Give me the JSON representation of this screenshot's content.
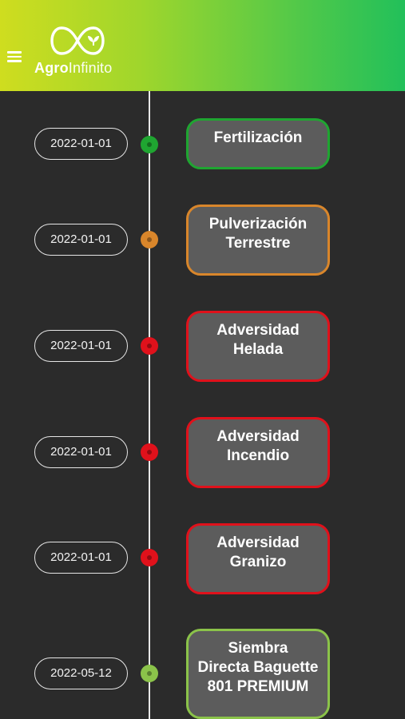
{
  "header": {
    "brand_bold": "Agro",
    "brand_light": "Infinito",
    "colors": {
      "gradient_start": "#cfdd1f",
      "gradient_end": "#22c05a"
    }
  },
  "timeline": {
    "events": [
      {
        "date": "2022-01-01",
        "title_lines": [
          "Fertilización"
        ],
        "color": "#1fa531"
      },
      {
        "date": "2022-01-01",
        "title_lines": [
          "Pulverización",
          "Terrestre"
        ],
        "color": "#d9862b"
      },
      {
        "date": "2022-01-01",
        "title_lines": [
          "Adversidad",
          "Helada"
        ],
        "color": "#e0111b"
      },
      {
        "date": "2022-01-01",
        "title_lines": [
          "Adversidad",
          "Incendio"
        ],
        "color": "#e0111b"
      },
      {
        "date": "2022-01-01",
        "title_lines": [
          "Adversidad",
          "Granizo"
        ],
        "color": "#e0111b"
      },
      {
        "date": "2022-05-12",
        "title_lines": [
          "Siembra",
          "Directa Baguette",
          "801 PREMIUM"
        ],
        "color": "#8bc34a"
      }
    ]
  },
  "icons": {
    "menu": "hamburger-menu-icon",
    "logo": "infinity-leaf-logo-icon"
  }
}
